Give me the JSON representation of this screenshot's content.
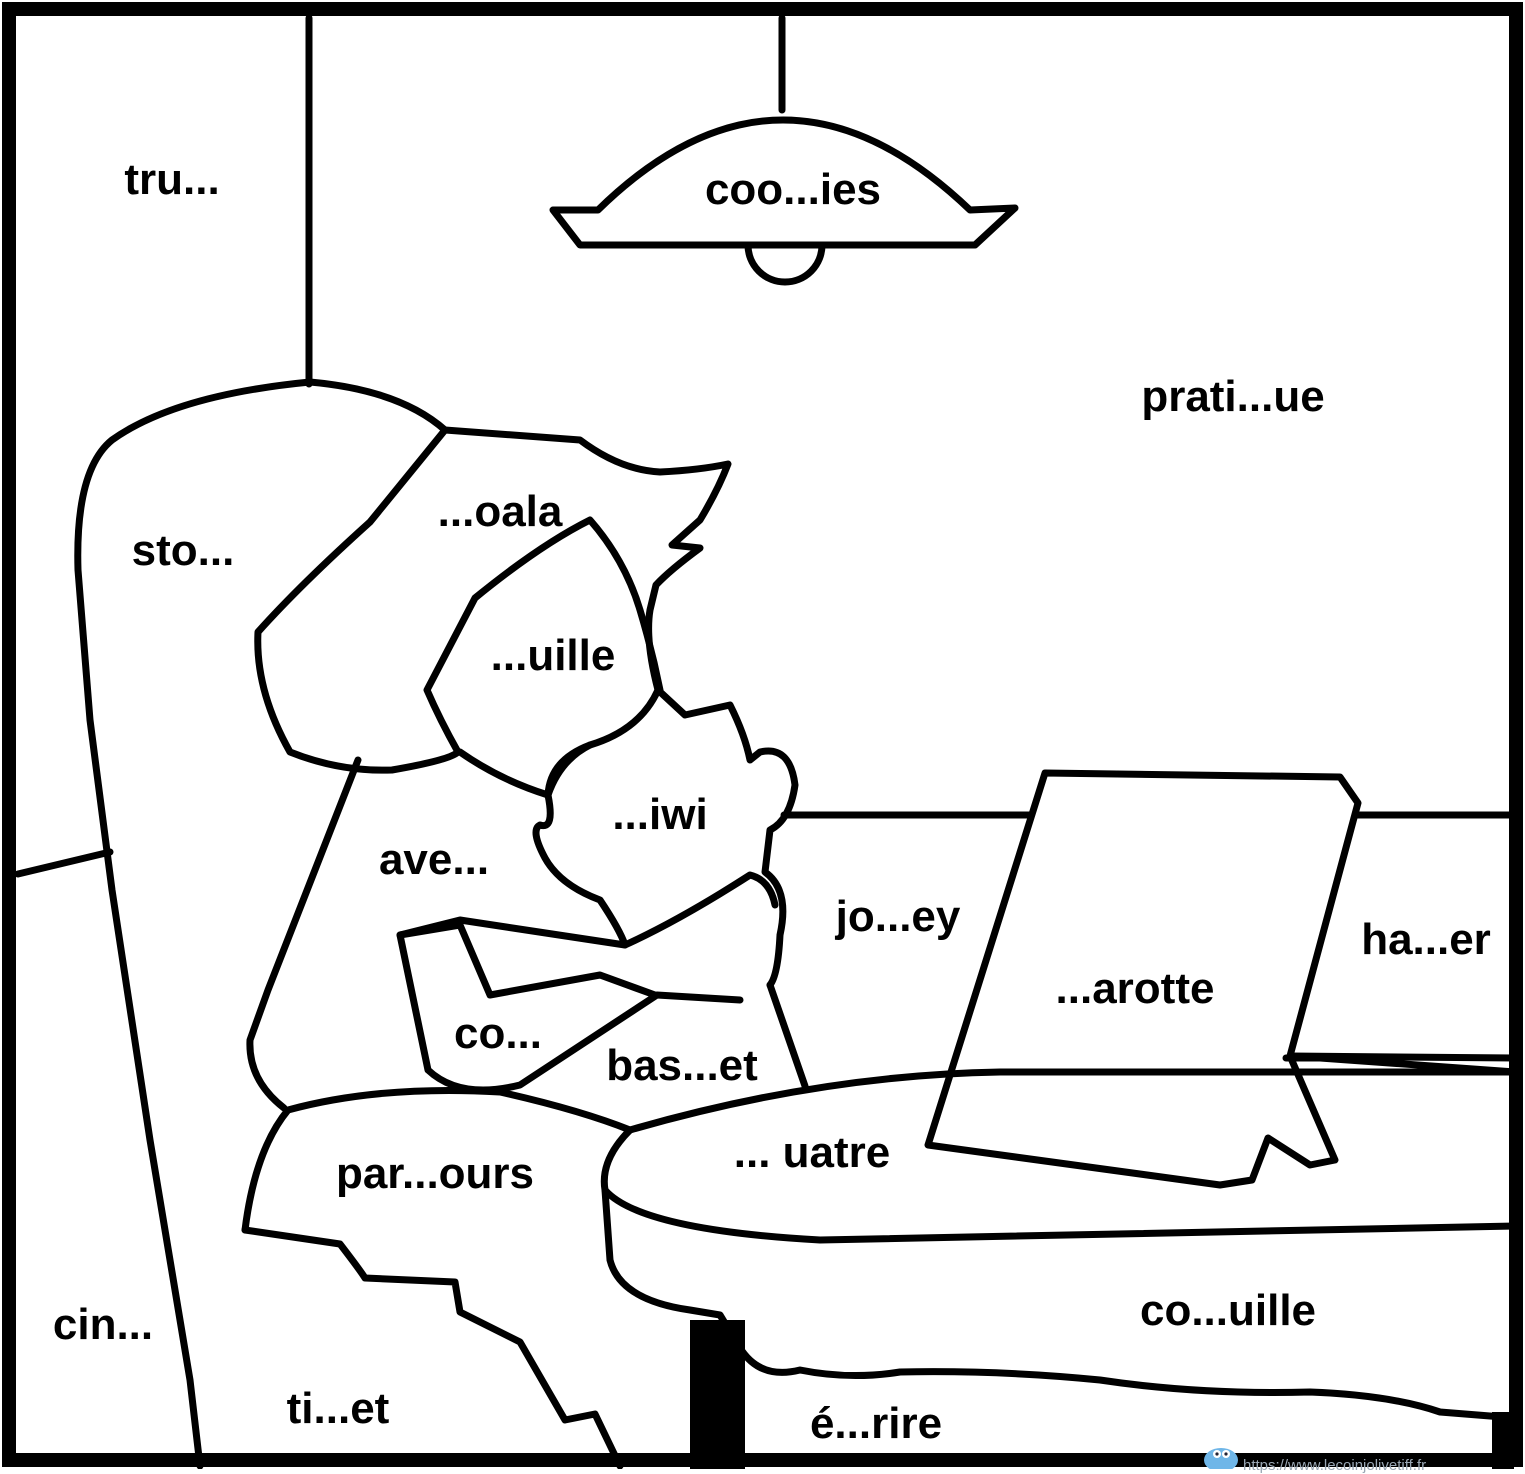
{
  "labels": {
    "tru": "tru...",
    "cookies": "coo...ies",
    "pratique": "prati...ue",
    "koala": "...oala",
    "stock": "sto...",
    "fouille": "...uille",
    "kiwi": "...iwi",
    "avec": "ave...",
    "jockey": "jo...ey",
    "carotte": "...arotte",
    "hacker": "ha...er",
    "coq": "co...",
    "basket": "bas...et",
    "quatre": "... uatre",
    "parcours": "par...ours",
    "cinq": "cin...",
    "coquille": "co...uille",
    "ticket": "ti...et",
    "ecrire": "é...rire"
  },
  "credit": {
    "url": "https://www.lecoinjolivetiff.fr"
  },
  "colors": {
    "line": "#000000",
    "fill": "#ffffff",
    "credit_text": "#9aa7b4",
    "mascot": "#6fb6e8"
  }
}
